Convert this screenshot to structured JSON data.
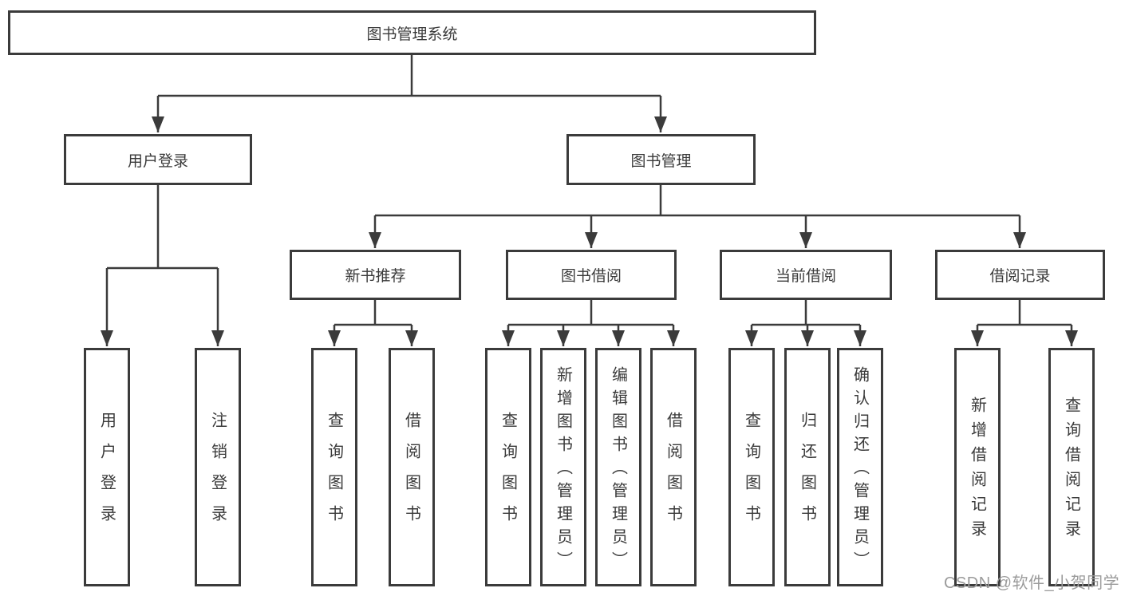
{
  "diagram_type": "hierarchy-tree",
  "root": {
    "label": "图书管理系统"
  },
  "branches": {
    "user_login": {
      "label": "用户登录",
      "children": [
        {
          "label": "用户登录"
        },
        {
          "label": "注销登录"
        }
      ]
    },
    "book_management": {
      "label": "图书管理",
      "groups": [
        {
          "label": "新书推荐",
          "children": [
            {
              "label": "查询图书"
            },
            {
              "label": "借阅图书"
            }
          ]
        },
        {
          "label": "图书借阅",
          "children": [
            {
              "label": "查询图书"
            },
            {
              "label": "新增图书（管理员）"
            },
            {
              "label": "编辑图书（管理员）"
            },
            {
              "label": "借阅图书"
            }
          ]
        },
        {
          "label": "当前借阅",
          "children": [
            {
              "label": "查询图书"
            },
            {
              "label": "归还图书"
            },
            {
              "label": "确认归还（管理员）"
            }
          ]
        },
        {
          "label": "借阅记录",
          "children": [
            {
              "label": "新增借阅记录"
            },
            {
              "label": "查询借阅记录"
            }
          ]
        }
      ]
    }
  },
  "watermark": "CSDN @软件_小贺同学",
  "colors": {
    "line": "#3b3b3b",
    "text": "#3a3a3a",
    "background": "#ffffff",
    "watermark": "#9b9b9b"
  }
}
